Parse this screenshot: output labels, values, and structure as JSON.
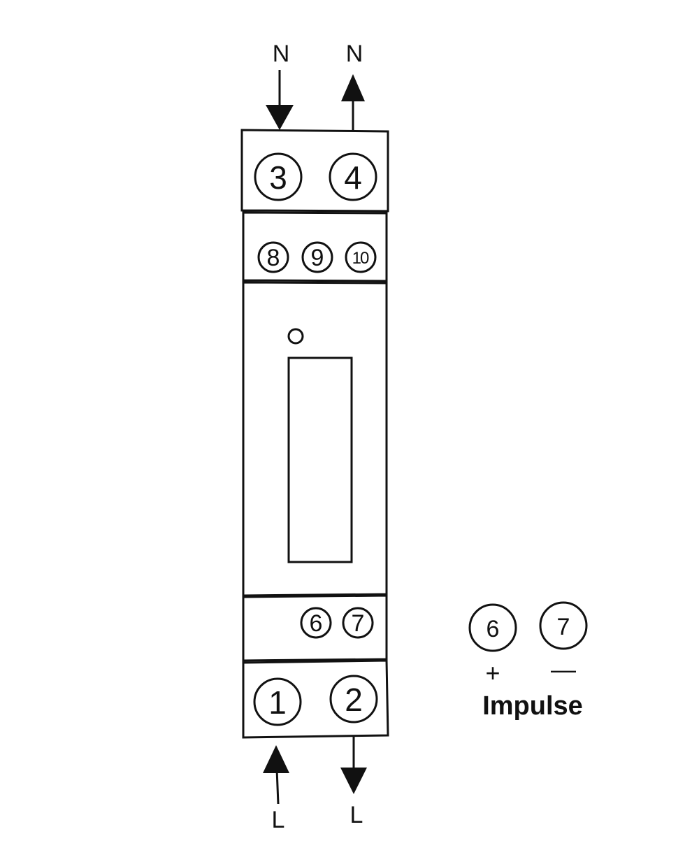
{
  "top_labels": {
    "n_in": "N",
    "n_out": "N"
  },
  "bottom_labels": {
    "l_in": "L",
    "l_out": "L"
  },
  "terminals": {
    "t3": "3",
    "t4": "4",
    "t8": "8",
    "t9": "9",
    "t10": "10",
    "t6": "6",
    "t7": "7",
    "t1": "1",
    "t2": "2"
  },
  "impulse_legend": {
    "plus_terminal": "6",
    "minus_terminal": "7",
    "plus_sign": "+",
    "minus_sign": "—",
    "label": "Impulse"
  }
}
